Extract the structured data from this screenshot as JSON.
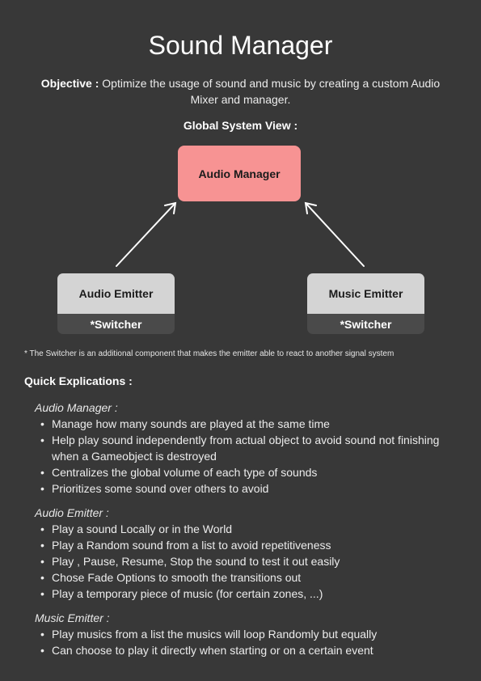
{
  "title": "Sound Manager",
  "objective": {
    "label": "Objective :",
    "text": " Optimize the usage of sound and music by creating a custom Audio Mixer and manager."
  },
  "diagram": {
    "heading": "Global System View :",
    "audio_manager": "Audio Manager",
    "audio_emitter": {
      "label": "Audio Emitter",
      "switcher": "*Switcher"
    },
    "music_emitter": {
      "label": "Music Emitter",
      "switcher": "*Switcher"
    },
    "footnote": "* The Switcher is an additional component that makes the emitter able to react to another signal system"
  },
  "explications": {
    "heading": "Quick Explications :",
    "sections": [
      {
        "title": "Audio Manager :",
        "items": [
          "Manage how many sounds are played at the same time",
          "Help play sound independently from actual object to avoid sound not finishing when a Gameobject is destroyed",
          "Centralizes the global volume of each type of sounds",
          "Prioritizes some sound over others to avoid"
        ]
      },
      {
        "title": "Audio Emitter :",
        "items": [
          "Play a sound Locally or in the World",
          "Play a Random sound from a list to avoid repetitiveness",
          "Play , Pause, Resume, Stop the sound to test it out easily",
          "Chose Fade Options to smooth the transitions out",
          "Play a temporary piece of music (for certain zones, ...)"
        ]
      },
      {
        "title": "Music Emitter :",
        "items": [
          "Play musics from a list the musics will loop Randomly but equally",
          "Can choose to play it directly when starting or on a certain event"
        ]
      }
    ]
  }
}
